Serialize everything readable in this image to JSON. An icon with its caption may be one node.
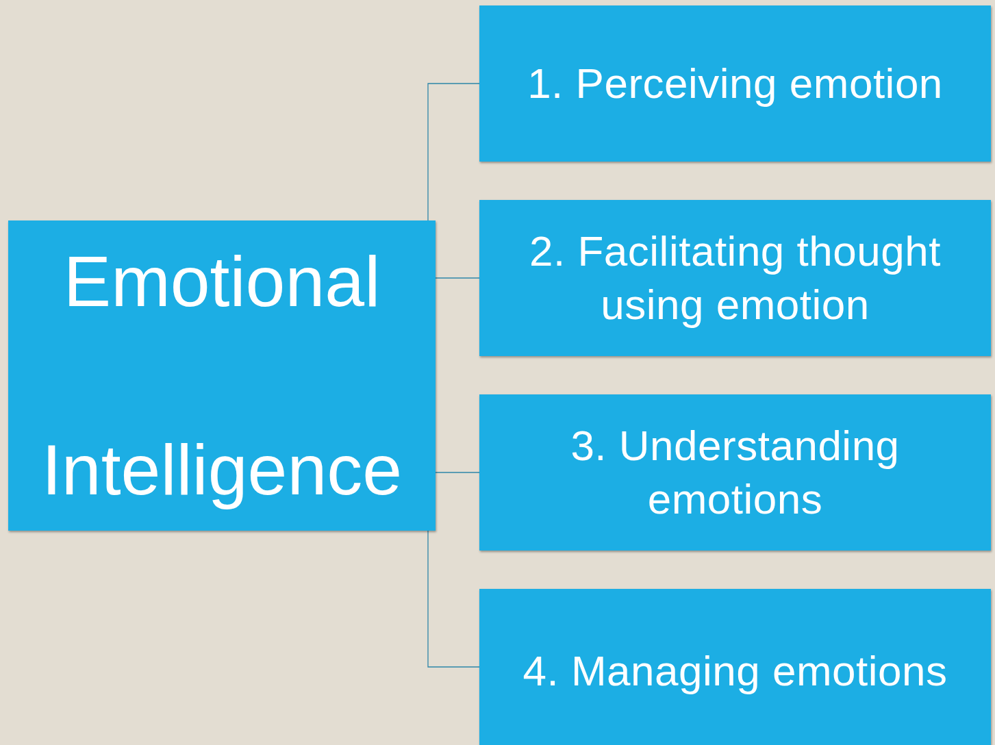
{
  "diagram": {
    "nodes": [
      {
        "text": [
          "Emotional Intelligence"
        ]
      },
      {
        "text": [
          "1. Perceiving emotion"
        ]
      },
      {
        "text": [
          "2. Facilitating thought using emotion"
        ]
      },
      {
        "text": [
          "3. Understanding emotions"
        ]
      },
      {
        "text": [
          "4. Managing emotions"
        ]
      }
    ],
    "edges": [
      {
        "from": 0,
        "to": 1,
        "arrow": "none"
      },
      {
        "from": 0,
        "to": 2,
        "arrow": "none"
      },
      {
        "from": 0,
        "to": 3,
        "arrow": "none"
      },
      {
        "from": 0,
        "to": 4,
        "arrow": "none"
      }
    ]
  }
}
